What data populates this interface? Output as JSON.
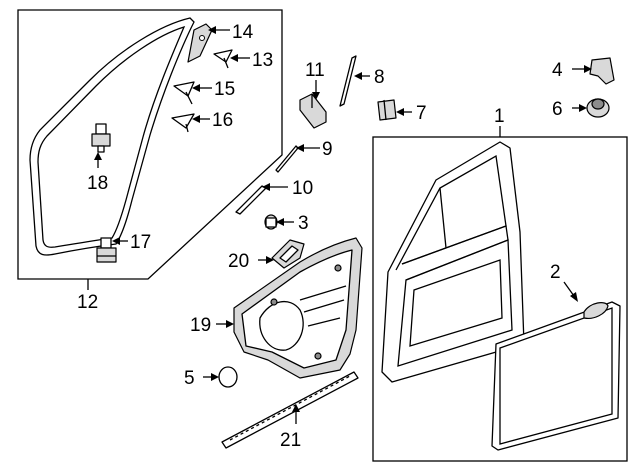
{
  "callouts": {
    "p1": "1",
    "p2": "2",
    "p3": "3",
    "p4": "4",
    "p5": "5",
    "p6": "6",
    "p7": "7",
    "p8": "8",
    "p9": "9",
    "p10": "10",
    "p11": "11",
    "p12": "12",
    "p13": "13",
    "p14": "14",
    "p15": "15",
    "p16": "16",
    "p17": "17",
    "p18": "18",
    "p19": "19",
    "p20": "20",
    "p21": "21"
  },
  "icons": {
    "weatherstrip": "door-weatherstrip-seal",
    "clip": "push-clip",
    "shell": "door-shell",
    "skin": "outer-door-skin",
    "trim": "door-trim-panel",
    "molding": "door-molding-strip"
  }
}
